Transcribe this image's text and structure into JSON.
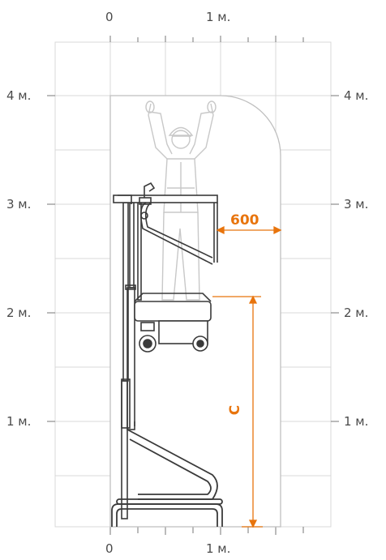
{
  "axis": {
    "x_top": [
      "0",
      "1 м."
    ],
    "x_bottom": [
      "0",
      "1 м."
    ],
    "y_left": [
      "4 м.",
      "3 м.",
      "2 м.",
      "1 м."
    ],
    "y_right": [
      "4 м.",
      "3 м.",
      "2 м.",
      "1 м."
    ]
  },
  "dimensions": {
    "reach": "600",
    "height": "C"
  },
  "colors": {
    "accent": "#e8740c",
    "grid": "#d9d9d9",
    "outline": "#bfbfbf",
    "machine": "#3a3a3a"
  }
}
